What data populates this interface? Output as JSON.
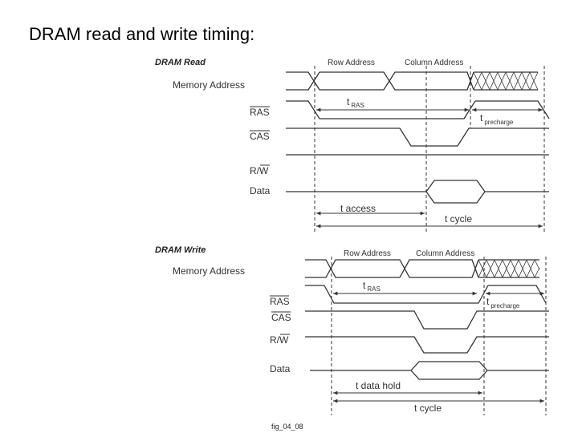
{
  "title": "DRAM read and write timing:",
  "read": {
    "header": "DRAM Read",
    "signals": {
      "address": "Memory Address",
      "ras": "RAS",
      "cas": "CAS",
      "rw_r": "R/",
      "rw_w": "W",
      "data": "Data"
    },
    "labels": {
      "row_address": "Row Address",
      "column_address": "Column Address",
      "t_ras_t": "t",
      "t_ras_sub": "RAS",
      "t_pre_t": "t",
      "t_pre_sub": "precharge",
      "t_access": "t access",
      "t_cycle": "t cycle"
    }
  },
  "write": {
    "header": "DRAM Write",
    "signals": {
      "address": "Memory Address",
      "ras": "RAS",
      "cas": "CAS",
      "rw_r": "R/",
      "rw_w": "W",
      "data": "Data"
    },
    "labels": {
      "row_address": "Row Address",
      "column_address": "Column Address",
      "t_ras_t": "t",
      "t_ras_sub": "RAS",
      "t_pre_t": "t",
      "t_pre_sub": "precharge",
      "t_data_hold": "t data hold",
      "t_cycle": "t cycle"
    }
  },
  "caption": "fig_04_08"
}
